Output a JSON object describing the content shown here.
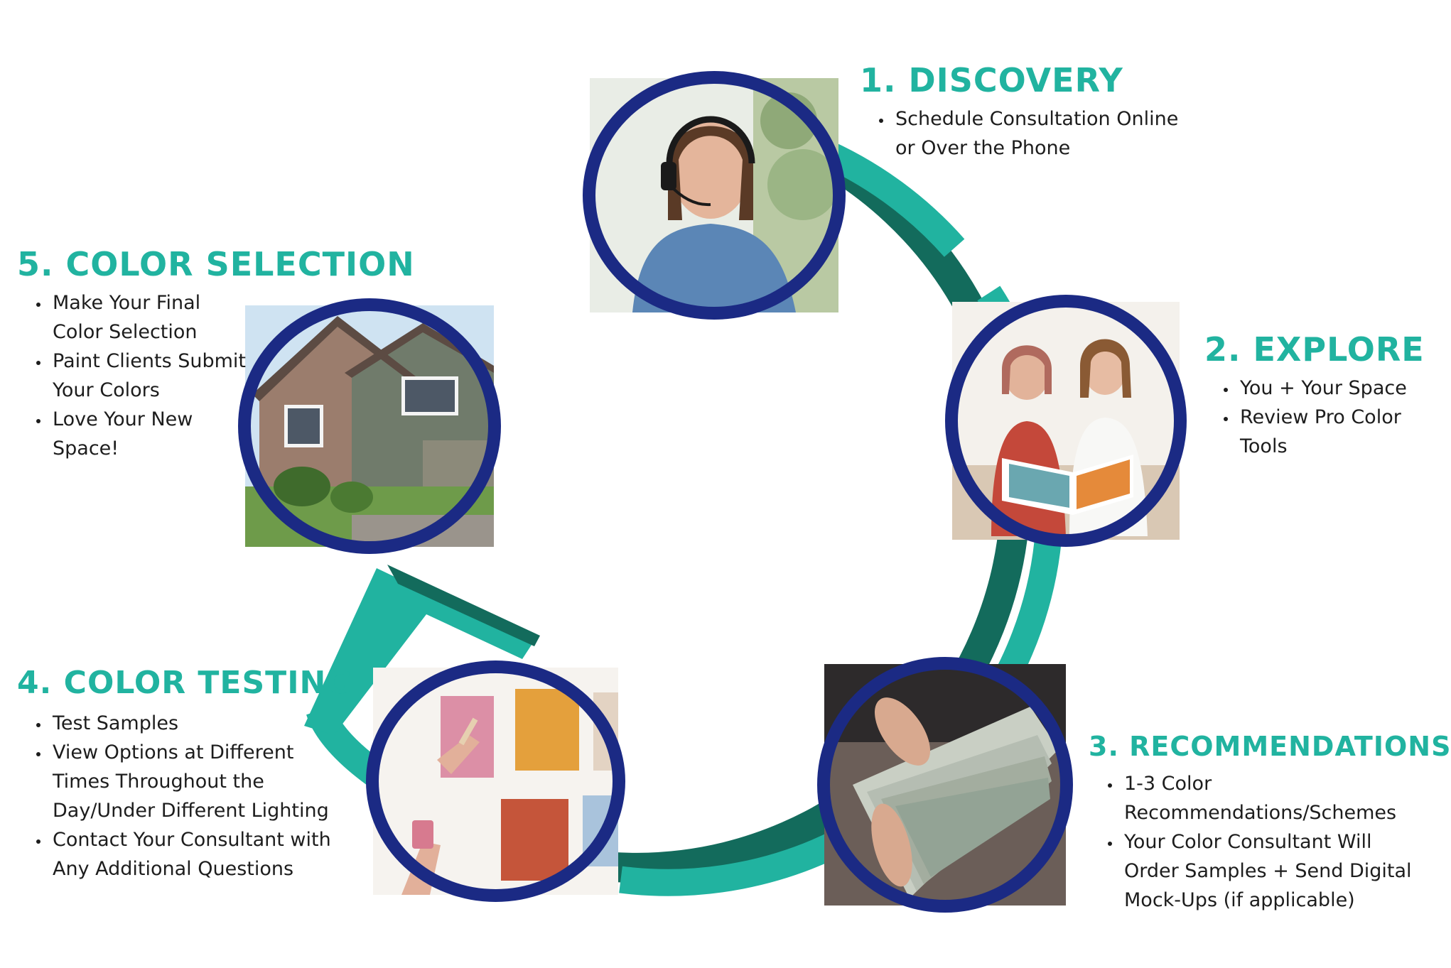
{
  "colors": {
    "teal_light": "#21b3a0",
    "teal_dark": "#136b5c",
    "ring_navy": "#1b2a84",
    "text": "#1d1d1d"
  },
  "steps": [
    {
      "title": "1. DISCOVERY",
      "bullets": [
        " Schedule Consultation Online or Over the Phone"
      ],
      "photo": "woman-with-headset-photo"
    },
    {
      "title": "2. EXPLORE",
      "bullets": [
        "You + Your Space",
        "Review Pro Color Tools"
      ],
      "photo": "two-women-browsing-color-book-photo"
    },
    {
      "title": "3. RECOMMENDATIONS",
      "bullets": [
        "1-3 Color Recommendations/Schemes",
        "Your Color Consultant Will Order Samples + Send Digital Mock-Ups (if applicable)"
      ],
      "photo": "paint-swatch-fan-photo"
    },
    {
      "title": "4. COLOR TESTING",
      "bullets": [
        "Test Samples",
        "View Options at Different Times Throughout the Day/Under Different Lighting",
        "Contact Your Consultant with Any Additional Questions"
      ],
      "photo": "painting-samples-on-wall-photo"
    },
    {
      "title": "5. COLOR SELECTION",
      "bullets": [
        "Make Your Final Color Selection",
        "Paint Clients Submit Your Colors",
        "Love Your New Space!"
      ],
      "photo": "house-exterior-photo"
    }
  ]
}
